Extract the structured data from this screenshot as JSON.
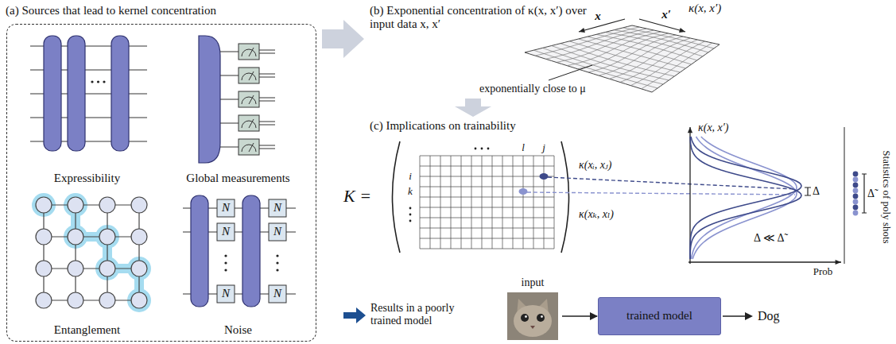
{
  "diagram": {
    "nodes": [
      {
        "text": [
          "(a) Sources that lead to kernel concentration"
        ]
      },
      {
        "text": [
          "Expressibility"
        ],
        "in": 0
      },
      {
        "text": [
          "Global measurements"
        ],
        "in": 0
      },
      {
        "text": [
          "Entanglement"
        ],
        "in": 0
      },
      {
        "text": [
          "Noise"
        ],
        "in": 0
      },
      {
        "text": [
          "input"
        ]
      },
      {
        "text": [
          "trained model"
        ]
      }
    ],
    "edges": [
      {
        "from": 5,
        "to": 6,
        "arrow": "to"
      }
    ],
    "labels": [
      "N",
      "N",
      "N",
      "N",
      "N",
      "N",
      "(b) Exponential concentration of κ(x, x′) over input data x, x′",
      "κ(x, x′)",
      "x",
      "x′",
      "exponentially close to μ",
      "(c) Implications on trainability",
      "K =",
      "l",
      "j",
      "i",
      "k",
      "κ(xᵢ, xⱼ)",
      "κ(xₖ, xₗ)",
      "κ(x, x′)",
      "Δ",
      "Δ ≪ Δ̃",
      "Prob",
      "Δ̃",
      "Statistics of poly shots",
      "Results in a poorly trained model",
      "Dog"
    ]
  }
}
